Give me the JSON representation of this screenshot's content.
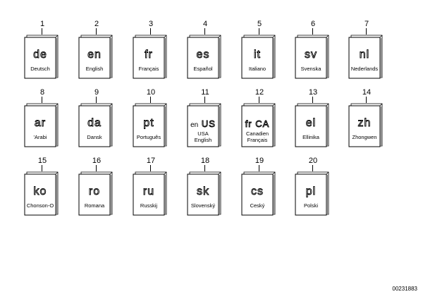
{
  "items": [
    {
      "number": "1",
      "code": "de",
      "label": "Deutsch"
    },
    {
      "number": "2",
      "code": "en",
      "label": "English"
    },
    {
      "number": "3",
      "code": "fr",
      "label": "Français"
    },
    {
      "number": "4",
      "code": "es",
      "label": "Español"
    },
    {
      "number": "5",
      "code": "it",
      "label": "Italiano"
    },
    {
      "number": "6",
      "code": "sv",
      "label": "Svenska"
    },
    {
      "number": "7",
      "code": "nl",
      "label": "Nederlands"
    },
    {
      "number": "8",
      "code": "ar",
      "label": "'Arabi"
    },
    {
      "number": "9",
      "code": "da",
      "label": "Dansk"
    },
    {
      "number": "10",
      "code": "pt",
      "label": "Português"
    },
    {
      "number": "11",
      "code_prefix": "en",
      "code": "US",
      "label": "USA",
      "label2": "English"
    },
    {
      "number": "12",
      "code": "fr CA",
      "label": "Canadien",
      "label2": "Français"
    },
    {
      "number": "13",
      "code": "el",
      "label": "Ellinika"
    },
    {
      "number": "14",
      "code": "zh",
      "label": "Zhongwen"
    },
    {
      "number": "15",
      "code": "ko",
      "label": "Chonson-O"
    },
    {
      "number": "16",
      "code": "ro",
      "label": "Romana"
    },
    {
      "number": "17",
      "code": "ru",
      "label": "Russkij"
    },
    {
      "number": "18",
      "code": "sk",
      "label": "Slovenský"
    },
    {
      "number": "19",
      "code": "cs",
      "label": "Ceský"
    },
    {
      "number": "20",
      "code": "pl",
      "label": "Polski"
    }
  ],
  "reference_number": "00231883"
}
